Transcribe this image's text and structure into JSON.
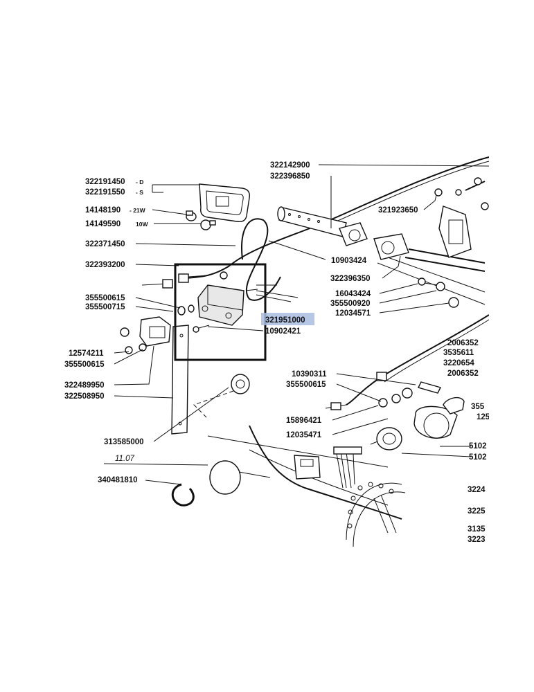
{
  "labels": {
    "p322191450": "322191450",
    "p322191450_suffix": "- D",
    "p322191550": "322191550",
    "p322191550_suffix": "- S",
    "p14148190": "14148190",
    "p14148190_suffix": "- 21W",
    "p14149590": "14149590",
    "p14149590_suffix": "10W",
    "p322371450": "322371450",
    "p322393200": "322393200",
    "p355500615": "355500615",
    "p355500715": "355500715",
    "p12574211": "12574211",
    "p355500615b": "355500615",
    "p322489950": "322489950",
    "p322508950": "322508950",
    "p313585000": "313585000",
    "p11_07": "11.07",
    "p340481810": "340481810",
    "p322142900": "322142900",
    "p322396850": "322396850",
    "p321923650": "321923650",
    "p10903424": "10903424",
    "p322396350": "322396350",
    "p16043424": "16043424",
    "p355500920": "355500920",
    "p12034571": "12034571",
    "p321951000": "321951000",
    "p10902421": "10902421",
    "p10390311": "10390311",
    "p355500615c": "355500615",
    "p15896421": "15896421",
    "p12035471": "12035471",
    "r_20063520a": "2006352",
    "r_35356115": "3535611",
    "r_32206545": "3220654",
    "r_20063520b": "2006352",
    "r_3555": "355",
    "r_125": "125",
    "r_5102a": "5102",
    "r_5102b": "5102",
    "r_3224": "3224",
    "r_3225": "3225",
    "r_3135": "3135",
    "r_3223": "3223"
  },
  "highlight": {
    "part_number": "321951000",
    "color": "#a9bde0"
  },
  "selection_box": {
    "color": "#111111"
  }
}
